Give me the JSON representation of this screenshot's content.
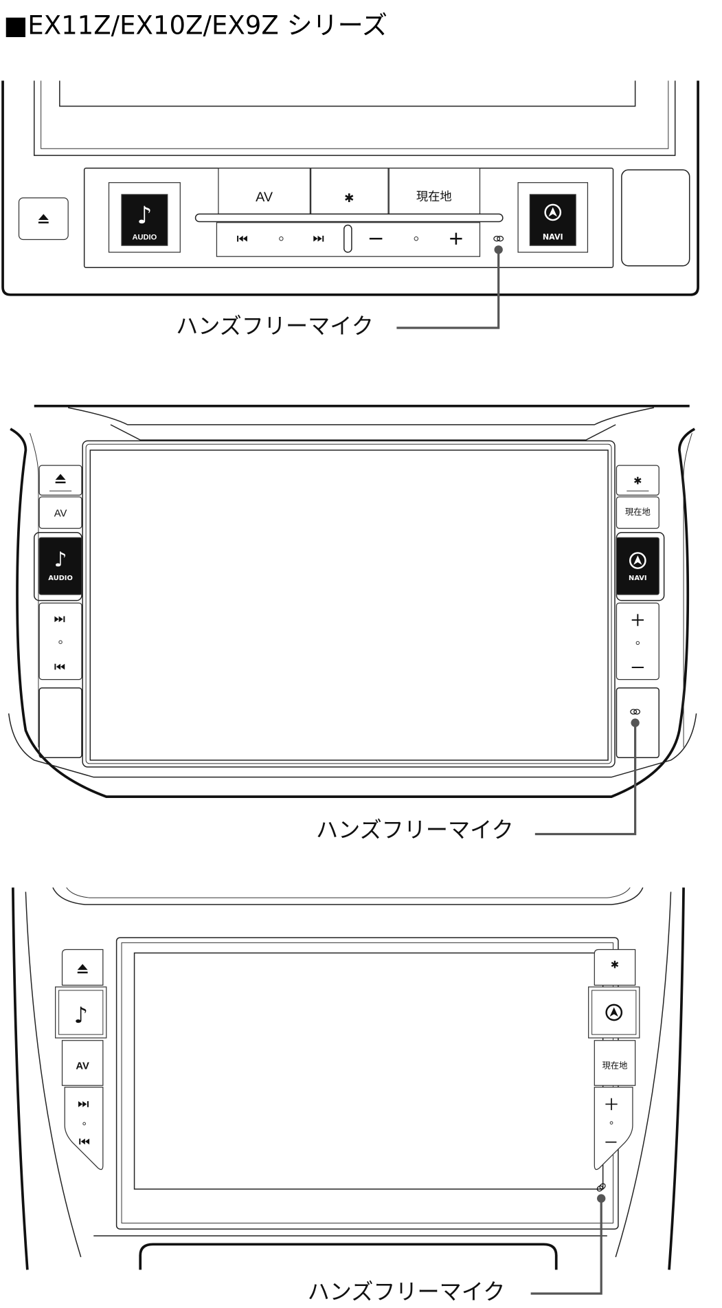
{
  "title": "■EX11Z/EX10Z/EX9Z シリーズ",
  "colors": {
    "line": "#222222",
    "callout": "#555555",
    "button_dark": "#111111"
  },
  "figures": [
    {
      "av": "AV",
      "genzaichi": "現在地",
      "audio": "AUDIO",
      "navi": "NAVI",
      "mic_label": "ハンズフリーマイク"
    },
    {
      "av": "AV",
      "genzaichi": "現在地",
      "audio": "AUDIO",
      "navi": "NAVI",
      "mic_label": "ハンズフリーマイク"
    },
    {
      "av": "AV",
      "genzaichi": "現在地",
      "mic_label": "ハンズフリーマイク"
    }
  ]
}
